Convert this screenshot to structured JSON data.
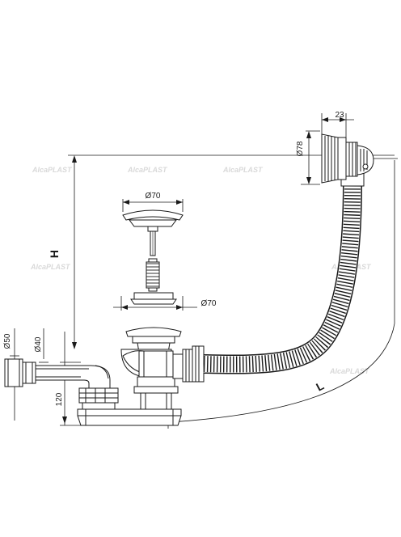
{
  "dimensions": {
    "d70_top": "Ø70",
    "d70_mid": "Ø70",
    "d78": "Ø78",
    "w23": "23",
    "d50": "Ø50",
    "d40": "Ø40",
    "h120": "120",
    "H": "H",
    "L": "L"
  },
  "watermark": "AlcaPLAST",
  "colors": {
    "line": "#1a1a1a",
    "watermark": "#d9d9d9"
  }
}
